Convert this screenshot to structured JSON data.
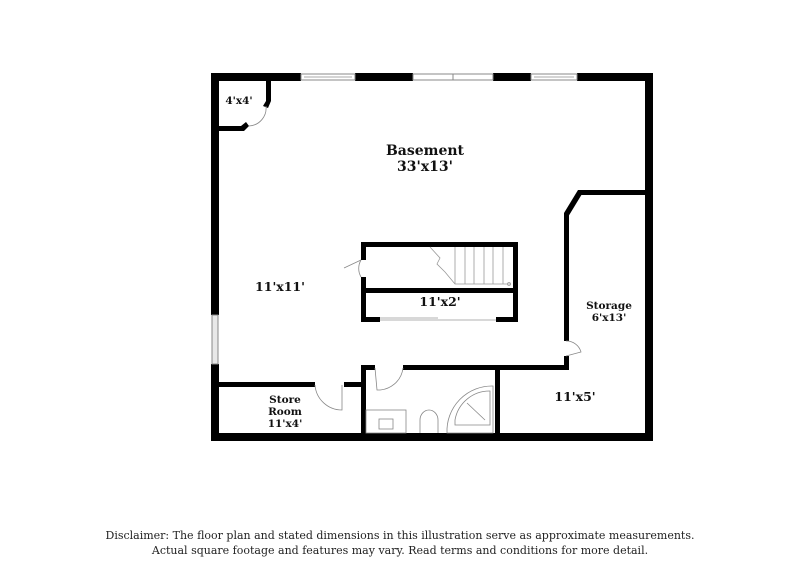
{
  "floor_plan": {
    "rooms": [
      {
        "id": "basement",
        "name": "Basement",
        "dimensions": "33'x13'"
      },
      {
        "id": "closet",
        "name": "",
        "dimensions": "4'x4'"
      },
      {
        "id": "family",
        "name": "",
        "dimensions": "11'x11'"
      },
      {
        "id": "under-stair",
        "name": "",
        "dimensions": "11'x2'"
      },
      {
        "id": "storage",
        "name": "Storage",
        "dimensions": "6'x13'"
      },
      {
        "id": "store-room",
        "name": "Store Room",
        "dimensions": "11'x4'"
      },
      {
        "id": "utility",
        "name": "",
        "dimensions": "11'x5'"
      }
    ],
    "store_room": {
      "line1": "Store",
      "line2": "Room",
      "dims": "11'x4'"
    },
    "colors": {
      "wall": "#000000",
      "fixture": "#888888",
      "background": "#ffffff"
    }
  },
  "disclaimer": {
    "line1": "Disclaimer: The floor plan and stated dimensions in this illustration serve as approximate measurements.",
    "line2": "Actual square footage and features may vary. Read terms and conditions for more detail."
  }
}
